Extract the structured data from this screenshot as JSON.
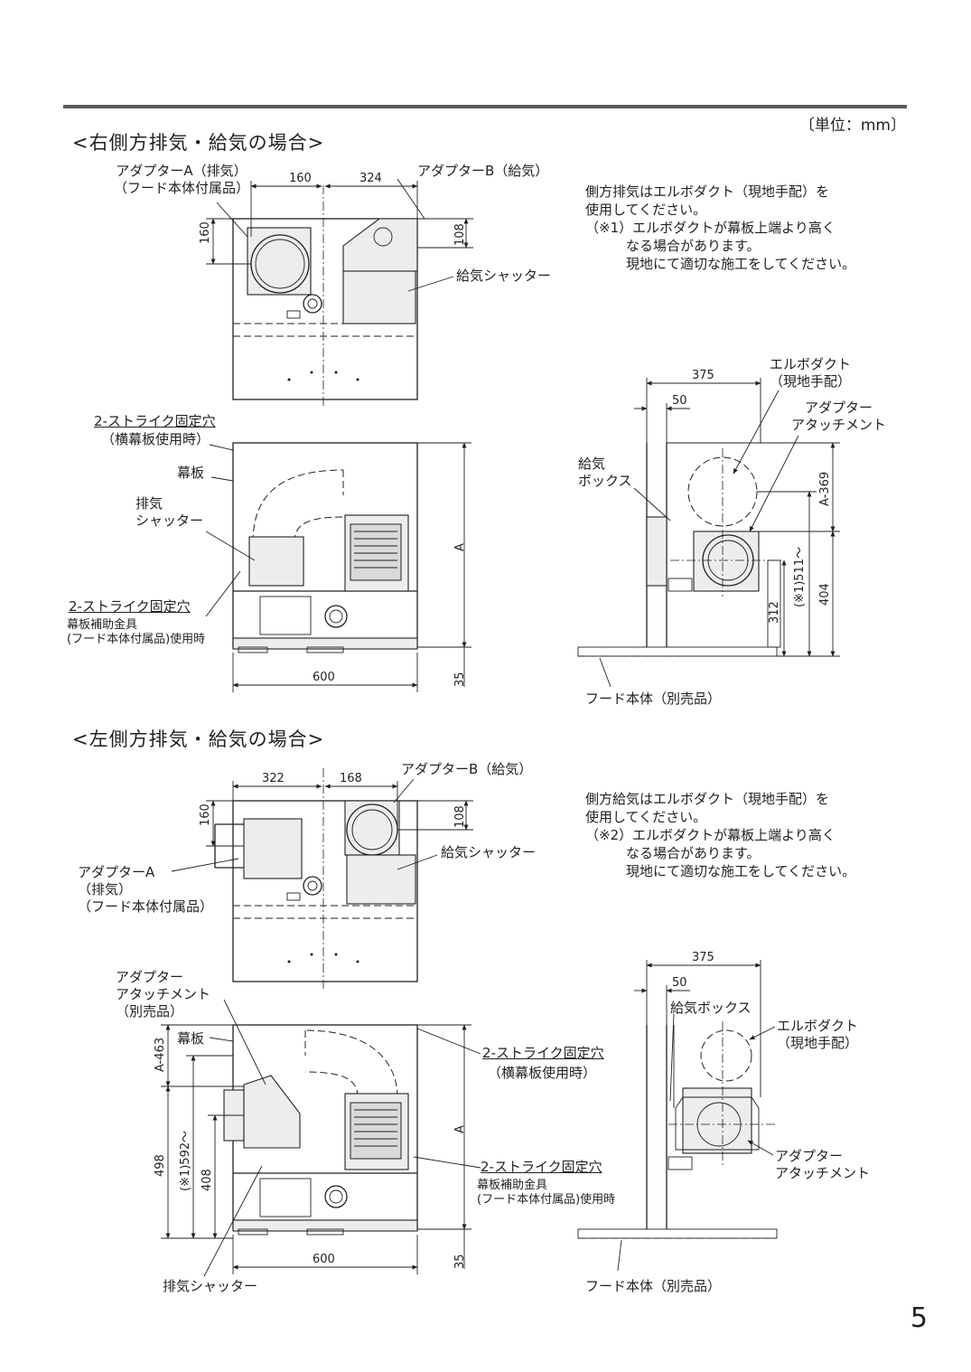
{
  "unit_label": "〔単位：mm〕",
  "page_number": "5",
  "sections": [
    {
      "title": "<右側方排気・給気の場合>",
      "note": "側方排気はエルボダクト（現地手配）を\n使用してください。\n（※1）エルボダクトが幕板上端より高く\n　　　なる場合があります。\n　　　現地にて適切な施工をしてください。",
      "labels": {
        "adapter_a": "アダプターA（排気）\n（フード本体付属品）",
        "adapter_b": "アダプターB（給気）",
        "supply_shutter": "給気シャッター",
        "strike_hole_1": "2-ストライク固定穴",
        "strike_hole_1_sub": "（横幕板使用時）",
        "panel": "幕板",
        "exhaust_shutter": "排気\nシャッター",
        "strike_hole_2": "2-ストライク固定穴",
        "strike_hole_2_sub": "幕板補助金具\n(フード本体付属品)使用時",
        "elbow_duct": "エルボダクト\n（現地手配）",
        "adapter_attach": "アダプター\nアタッチメント",
        "supply_box": "給気\nボックス",
        "hood_body": "フード本体（別売品）"
      },
      "dims": {
        "d160": "160",
        "d324": "324",
        "v160": "160",
        "v108": "108",
        "d600": "600",
        "d35": "35",
        "dA": "A",
        "d375": "375",
        "d50": "50",
        "dA369": "A-369",
        "d312": "312",
        "d511": "(※1)511～",
        "d404": "404"
      }
    },
    {
      "title": "<左側方排気・給気の場合>",
      "note": "側方給気はエルボダクト（現地手配）を\n使用してください。\n（※2）エルボダクトが幕板上端より高く\n　　　なる場合があります。\n　　　現地にて適切な施工をしてください。",
      "labels": {
        "adapter_b": "アダプターB（給気）",
        "supply_shutter": "給気シャッター",
        "adapter_a": "アダプターA\n（排気）\n（フード本体付属品）",
        "adapter_attach_opt": "アダプター\nアタッチメント\n（別売品）",
        "panel": "幕板",
        "strike_hole_1": "2-ストライク固定穴",
        "strike_hole_1_sub": "（横幕板使用時）",
        "strike_hole_2": "2-ストライク固定穴",
        "strike_hole_2_sub": "幕板補助金具\n(フード本体付属品)使用時",
        "exhaust_shutter": "排気シャッター",
        "supply_box": "給気ボックス",
        "elbow_duct": "エルボダクト\n（現地手配）",
        "adapter_attach": "アダプター\nアタッチメント",
        "hood_body": "フード本体（別売品）"
      },
      "dims": {
        "d322": "322",
        "d168": "168",
        "v160": "160",
        "v108": "108",
        "dA463": "A-463",
        "d498": "498",
        "d592": "(※1)592～",
        "d408": "408",
        "dA": "A",
        "d600": "600",
        "d35": "35",
        "d375": "375",
        "d50": "50"
      }
    }
  ]
}
